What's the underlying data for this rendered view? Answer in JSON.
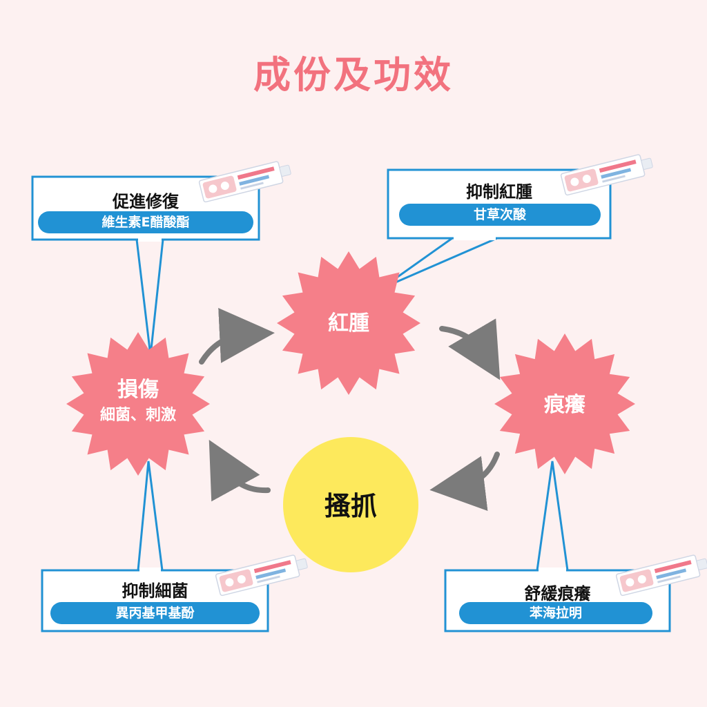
{
  "title": "成份及功效",
  "nodes": {
    "damage": {
      "label": "損傷",
      "sub": "細菌、刺激"
    },
    "redness": {
      "label": "紅腫"
    },
    "itch": {
      "label": "痕癢"
    },
    "scratch": {
      "label": "搔抓"
    }
  },
  "callouts": {
    "repair": {
      "title": "促進修復",
      "ingredient": "維生素E醋酸酯"
    },
    "antiRed": {
      "title": "抑制紅腫",
      "ingredient": "甘草次酸"
    },
    "antiBac": {
      "title": "抑制細菌",
      "ingredient": "異丙基甲基酚"
    },
    "soothe": {
      "title": "舒緩痕癢",
      "ingredient": "苯海拉明"
    }
  },
  "colors": {
    "burst": "#f57f89",
    "scratch": "#fde95c",
    "line": "#2192d4",
    "arrow": "#7b7b7b",
    "title": "#f2727e"
  }
}
